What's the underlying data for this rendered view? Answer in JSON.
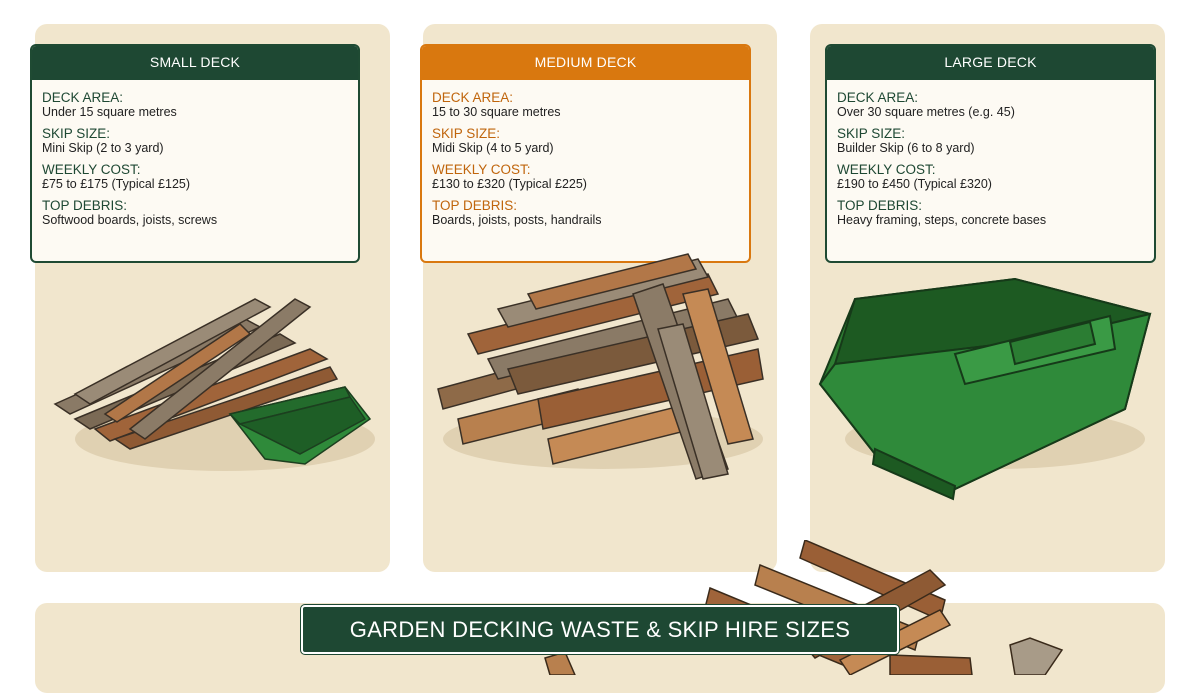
{
  "title": "GARDEN DECKING WASTE & SKIP HIRE SIZES",
  "colors": {
    "dark_green": "#1e4833",
    "orange": "#d9780f",
    "panel": "#f1e6cd",
    "skip_green": "#2e7d32"
  },
  "cards": [
    {
      "heading": "SMALL DECK",
      "fields": [
        {
          "label": "DECK AREA:",
          "value": "Under 15 square metres"
        },
        {
          "label": "SKIP SIZE:",
          "value": "Mini Skip (2 to 3 yard)"
        },
        {
          "label": "WEEKLY COST:",
          "value": "£75 to £175 (Typical £125)"
        },
        {
          "label": "TOP DEBRIS:",
          "value": "Softwood boards, joists, screws"
        }
      ]
    },
    {
      "heading": "MEDIUM DECK",
      "fields": [
        {
          "label": "DECK AREA:",
          "value": "15 to 30 square metres"
        },
        {
          "label": "SKIP SIZE:",
          "value": "Midi Skip (4 to 5 yard)"
        },
        {
          "label": "WEEKLY COST:",
          "value": "£130 to £320 (Typical £225)"
        },
        {
          "label": "TOP DEBRIS:",
          "value": "Boards, joists, posts, handrails"
        }
      ]
    },
    {
      "heading": "LARGE DECK",
      "fields": [
        {
          "label": "DECK AREA:",
          "value": "Over 30 square metres (e.g. 45)"
        },
        {
          "label": "SKIP SIZE:",
          "value": "Builder Skip (6 to 8 yard)"
        },
        {
          "label": "WEEKLY COST:",
          "value": "£190 to £450 (Typical £320)"
        },
        {
          "label": "TOP DEBRIS:",
          "value": "Heavy framing, steps, concrete bases"
        }
      ]
    }
  ],
  "illustrations": [
    "small-timber-pile-with-mini-skip",
    "medium-timber-pile",
    "large-builder-skip",
    "timber-pile"
  ]
}
